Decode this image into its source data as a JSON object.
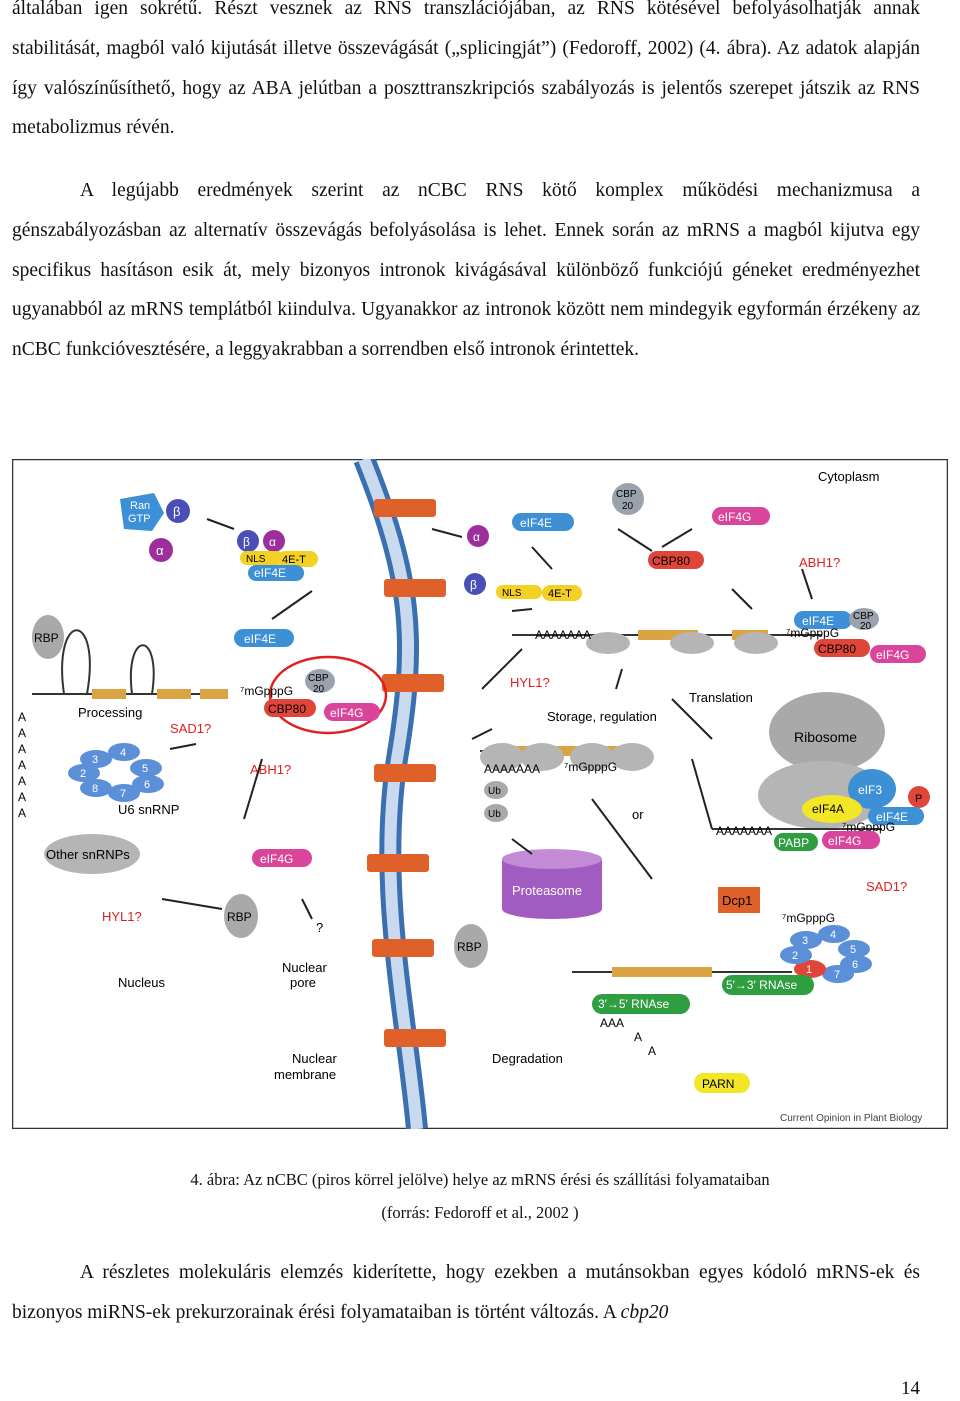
{
  "paragraphs": {
    "p1": "általában igen sokrétű. Részt vesznek az RNS transzlációjában, az RNS kötésével befolyásolhatják annak stabilitását, magból való kijutását illetve összevágását („splicingját”) (Fedoroff, 2002) (4. ábra). Az adatok alapján így valószínűsíthető, hogy az ABA jelútban a poszttranszkripciós szabályozás is jelentős szerepet játszik az RNS metabolizmus révén.",
    "p2": "A legújabb eredmények szerint az nCBC RNS kötő komplex működési mechanizmusa a génszabályozásban az alternatív összevágás befolyásolása is lehet. Ennek során az mRNS a magból kijutva egy specifikus hasításon esik át, mely bizonyos intronok kivágásával különböző funkciójú géneket eredményezhet ugyanabból az mRNS templátból kiindulva. Ugyanakkor az intronok között nem mindegyik egyformán érzékeny az nCBC funkcióvesztésére, a leggyakrabban a sorrendben első intronok érintettek.",
    "p3_main": "A részletes molekuláris elemzés kiderítette, hogy ezekben a mutánsokban egyes kódoló mRNS-ek és bizonyos miRNS-ek prekurzorainak érési folyamataiban is történt változás. A ",
    "p3_italic": "cbp20"
  },
  "caption": {
    "line1": "4. ábra: Az nCBC (piros körrel jelölve) helye az mRNS érési és szállítási folyamataiban",
    "line2": "(forrás: Fedoroff et al., 2002 )"
  },
  "page_number": "14",
  "figure": {
    "labels": {
      "cytoplasm": "Cytoplasm",
      "ran_gtp_1": "Ran",
      "ran_gtp_2": "GTP",
      "beta": "β",
      "alpha": "α",
      "nls": "NLS",
      "e4t": "4E-T",
      "eif4e": "eIF4E",
      "eif4g": "eIF4G",
      "eif4a": "eIF4A",
      "eif3": "eIF3",
      "cbp20_1": "CBP",
      "cbp20_2": "20",
      "cbp80": "CBP80",
      "abh1": "ABH1?",
      "rbp": "RBP",
      "polya": "AAAAAAA",
      "cap_mgpppg": "⁷mGpppG",
      "processing": "Processing",
      "sad1": "SAD1?",
      "u6": "U6 snRNP",
      "other_snrnps": "Other snRNPs",
      "hyl1": "HYL1?",
      "nucleus": "Nucleus",
      "nuclear_pore_1": "Nuclear",
      "nuclear_pore_2": "pore",
      "nuclear_membrane_1": "Nuclear",
      "nuclear_membrane_2": "membrane",
      "translation": "Translation",
      "storage": "Storage, regulation",
      "ribosome": "Ribosome",
      "pabp": "PABP",
      "ub": "Ub",
      "proteasome": "Proteasome",
      "or": "or",
      "dcp1": "Dcp1",
      "rnase35": "3′→5′ RNAse",
      "rnase53": "5′→3′ RNAse",
      "aaa": "AAA",
      "a": "A",
      "parn": "PARN",
      "degradation": "Degradation",
      "question": "?",
      "p_label": "P",
      "credit": "Current Opinion in Plant Biology",
      "lsm_1": "1",
      "lsm_2": "2",
      "lsm_3": "3",
      "lsm_4": "4",
      "lsm_5": "5",
      "lsm_6": "6",
      "lsm_7": "7",
      "lsm_8": "8"
    },
    "colors": {
      "membrane": "#3a6fb0",
      "pore": "#e0602a",
      "cbp80": "#e0453a",
      "eif4e": "#3d8fd6",
      "eif4g": "#d9459a",
      "cbp20": "#9aa3ad",
      "highlight_circle": "#e02020",
      "alpha": "#9c2f9c",
      "beta": "#4a4fb8",
      "nls": "#f2d024",
      "mrna_exon": "#d9a441",
      "lsm": "#5b8fd8",
      "ribosome": "#a9a9a9",
      "eif4a": "#f2e626",
      "pabp": "#2e9e40",
      "rnase": "#2e9e40",
      "proteasome": "#a05cc0",
      "parn": "#f2e626",
      "dcp1": "#e0602a"
    }
  }
}
